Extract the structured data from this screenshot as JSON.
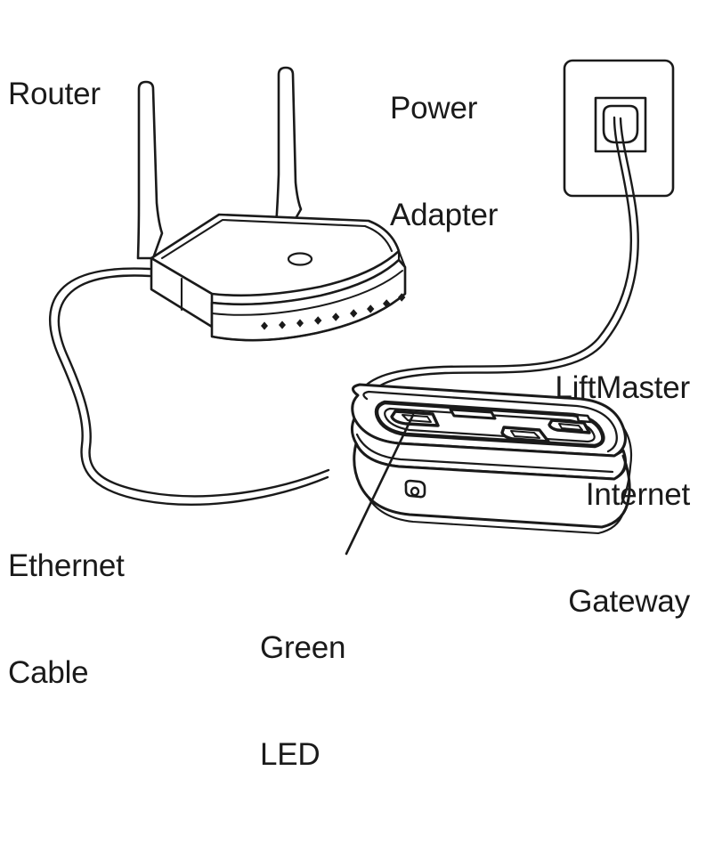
{
  "diagram": {
    "title": "LiftMaster Internet Gateway connection diagram",
    "background_color": "#ffffff",
    "line_color": "#1a1a1a",
    "labels": {
      "router": "Router",
      "power_adapter_line1": "Power",
      "power_adapter_line2": "Adapter",
      "gateway_line1": "LiftMaster",
      "gateway_line2": "Internet",
      "gateway_line3": "Gateway",
      "ethernet_line1": "Ethernet",
      "ethernet_line2": "Cable",
      "green_led_line1": "Green",
      "green_led_line2": "LED"
    },
    "components": {
      "router": "wireless-router-with-two-antennas",
      "wall_outlet": "wall-power-outlet",
      "gateway": "liftmaster-internet-gateway-device",
      "ethernet_cable": "ethernet-cable-router-to-gateway",
      "power_cable": "power-adapter-cable-outlet-to-gateway",
      "green_led": "green-status-led-indicator",
      "leader_line": "green-led-leader-line"
    },
    "router_led_count": 9
  }
}
